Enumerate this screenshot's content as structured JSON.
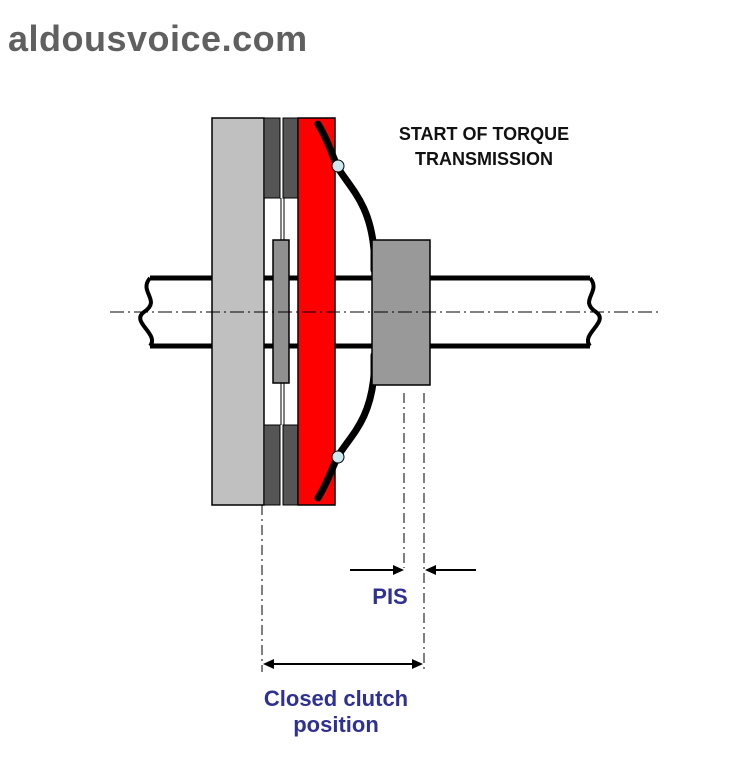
{
  "watermark": "aldousvoice.com",
  "labels": {
    "title_line1": "START OF TORQUE",
    "title_line2": "TRANSMISSION",
    "pis": "PIS",
    "closed_line1": "Closed clutch",
    "closed_line2": "position"
  },
  "colors": {
    "flywheel": "#c0c0c0",
    "friction_lining": "#555555",
    "disc_hub": "#909090",
    "pressure_plate": "#ff0000",
    "release_bearing": "#999999",
    "pivot_ball": "#cfe8f0",
    "label_blue": "#2e3192",
    "outline": "#000000"
  }
}
